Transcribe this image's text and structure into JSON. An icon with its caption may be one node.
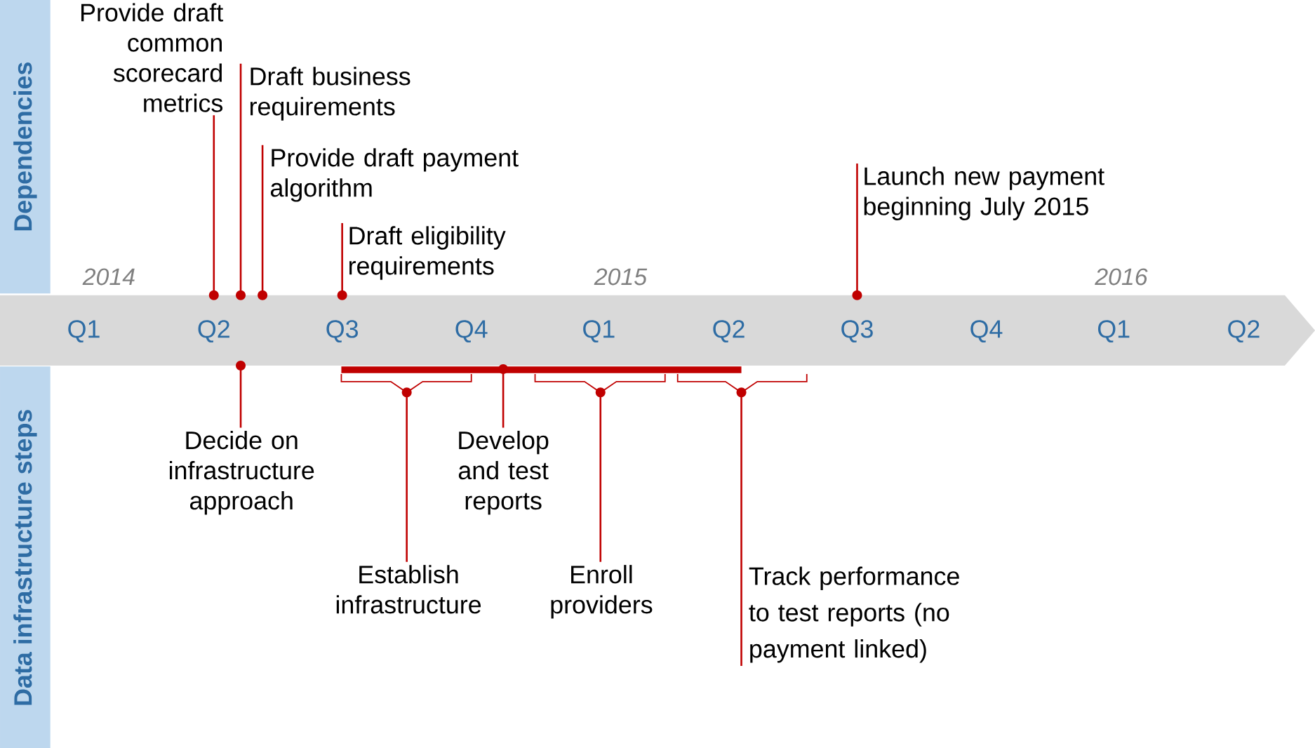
{
  "diagram": {
    "nodes": [
      {
        "text": [
          "Provide draft common scorecard metrics"
        ]
      },
      {
        "text": [
          "Draft business requirements"
        ]
      },
      {
        "text": [
          "Provide draft payment algorithm"
        ]
      },
      {
        "text": [
          "Draft eligibility requirements"
        ]
      },
      {
        "text": [
          "Launch new payment beginning July 2015"
        ]
      },
      {
        "text": [
          "Decide on infrastructure approach"
        ]
      },
      {
        "text": [
          "Develop and test reports"
        ]
      },
      {
        "text": [
          "Establish infrastructure"
        ]
      },
      {
        "text": [
          "Enroll providers"
        ]
      },
      {
        "text": [
          "Track performance to test reports (no payment linked)"
        ]
      },
      {
        "text": [],
        "shape": "circle"
      },
      {
        "text": [],
        "shape": "circle"
      },
      {
        "text": [],
        "shape": "circle"
      },
      {
        "text": [],
        "shape": "circle"
      },
      {
        "text": [],
        "shape": "circle"
      },
      {
        "text": [],
        "shape": "circle"
      },
      {
        "text": [],
        "shape": "circle"
      },
      {
        "text": [],
        "shape": "circle"
      },
      {
        "text": [],
        "shape": "circle"
      },
      {
        "text": [],
        "shape": "circle"
      }
    ],
    "edges": [
      {
        "from": 0,
        "to": 10,
        "arrow": "none"
      },
      {
        "from": 1,
        "to": 11,
        "arrow": "none"
      },
      {
        "from": 2,
        "to": 12,
        "arrow": "none"
      },
      {
        "from": 3,
        "to": 13,
        "arrow": "none"
      },
      {
        "from": 4,
        "to": 14,
        "arrow": "none"
      },
      {
        "from": 5,
        "to": 15,
        "arrow": "none"
      },
      {
        "from": 6,
        "to": 17,
        "arrow": "none"
      },
      {
        "from": 7,
        "to": 16,
        "arrow": "none"
      },
      {
        "from": 8,
        "to": 18,
        "arrow": "none"
      },
      {
        "from": 9,
        "to": 19,
        "arrow": "none"
      }
    ],
    "labels": [
      "Dependencies",
      "2014",
      "2015",
      "2016",
      "Q1",
      "Q2",
      "Q3",
      "Q4",
      "Q1",
      "Q2",
      "Q3",
      "Q4",
      "Q1",
      "Q2",
      "Data infrastructure steps"
    ]
  }
}
